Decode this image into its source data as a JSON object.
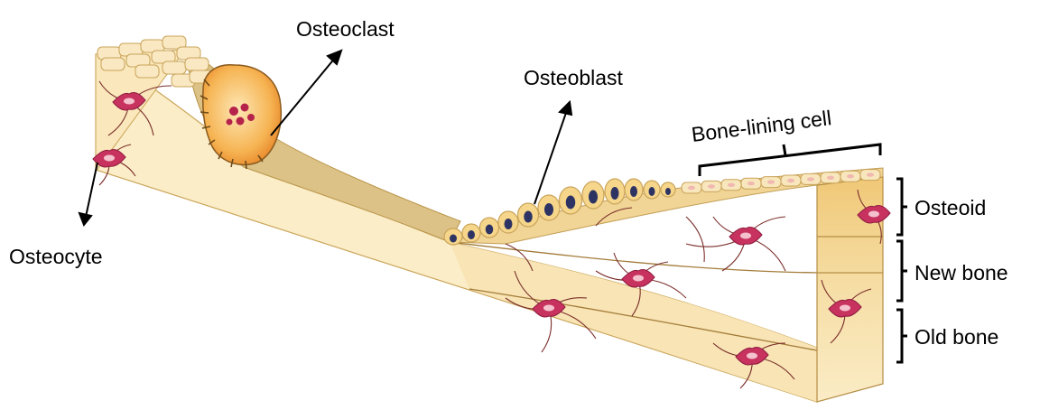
{
  "labels": {
    "osteoclast": "Osteoclast",
    "osteoblast": "Osteoblast",
    "bone_lining_cell": "Bone-lining cell",
    "osteocyte": "Osteocyte",
    "osteoid": "Osteoid",
    "new_bone": "New bone",
    "old_bone": "Old bone"
  },
  "colors": {
    "bone_surface": "#f7e3b3",
    "bone_side": "#fbedc7",
    "bone_dark": "#e8cf8e",
    "groove": "#d9c187",
    "cell_fill": "#f6d68b",
    "cell_edge": "#c9a45a",
    "nucleus": "#2d3463",
    "osteocyte_pink": "#c8325f",
    "canaliculi": "#7a2e2a",
    "osteoclast_orange": "#f3a23e",
    "osteoclast_spots": "#b5234a"
  }
}
